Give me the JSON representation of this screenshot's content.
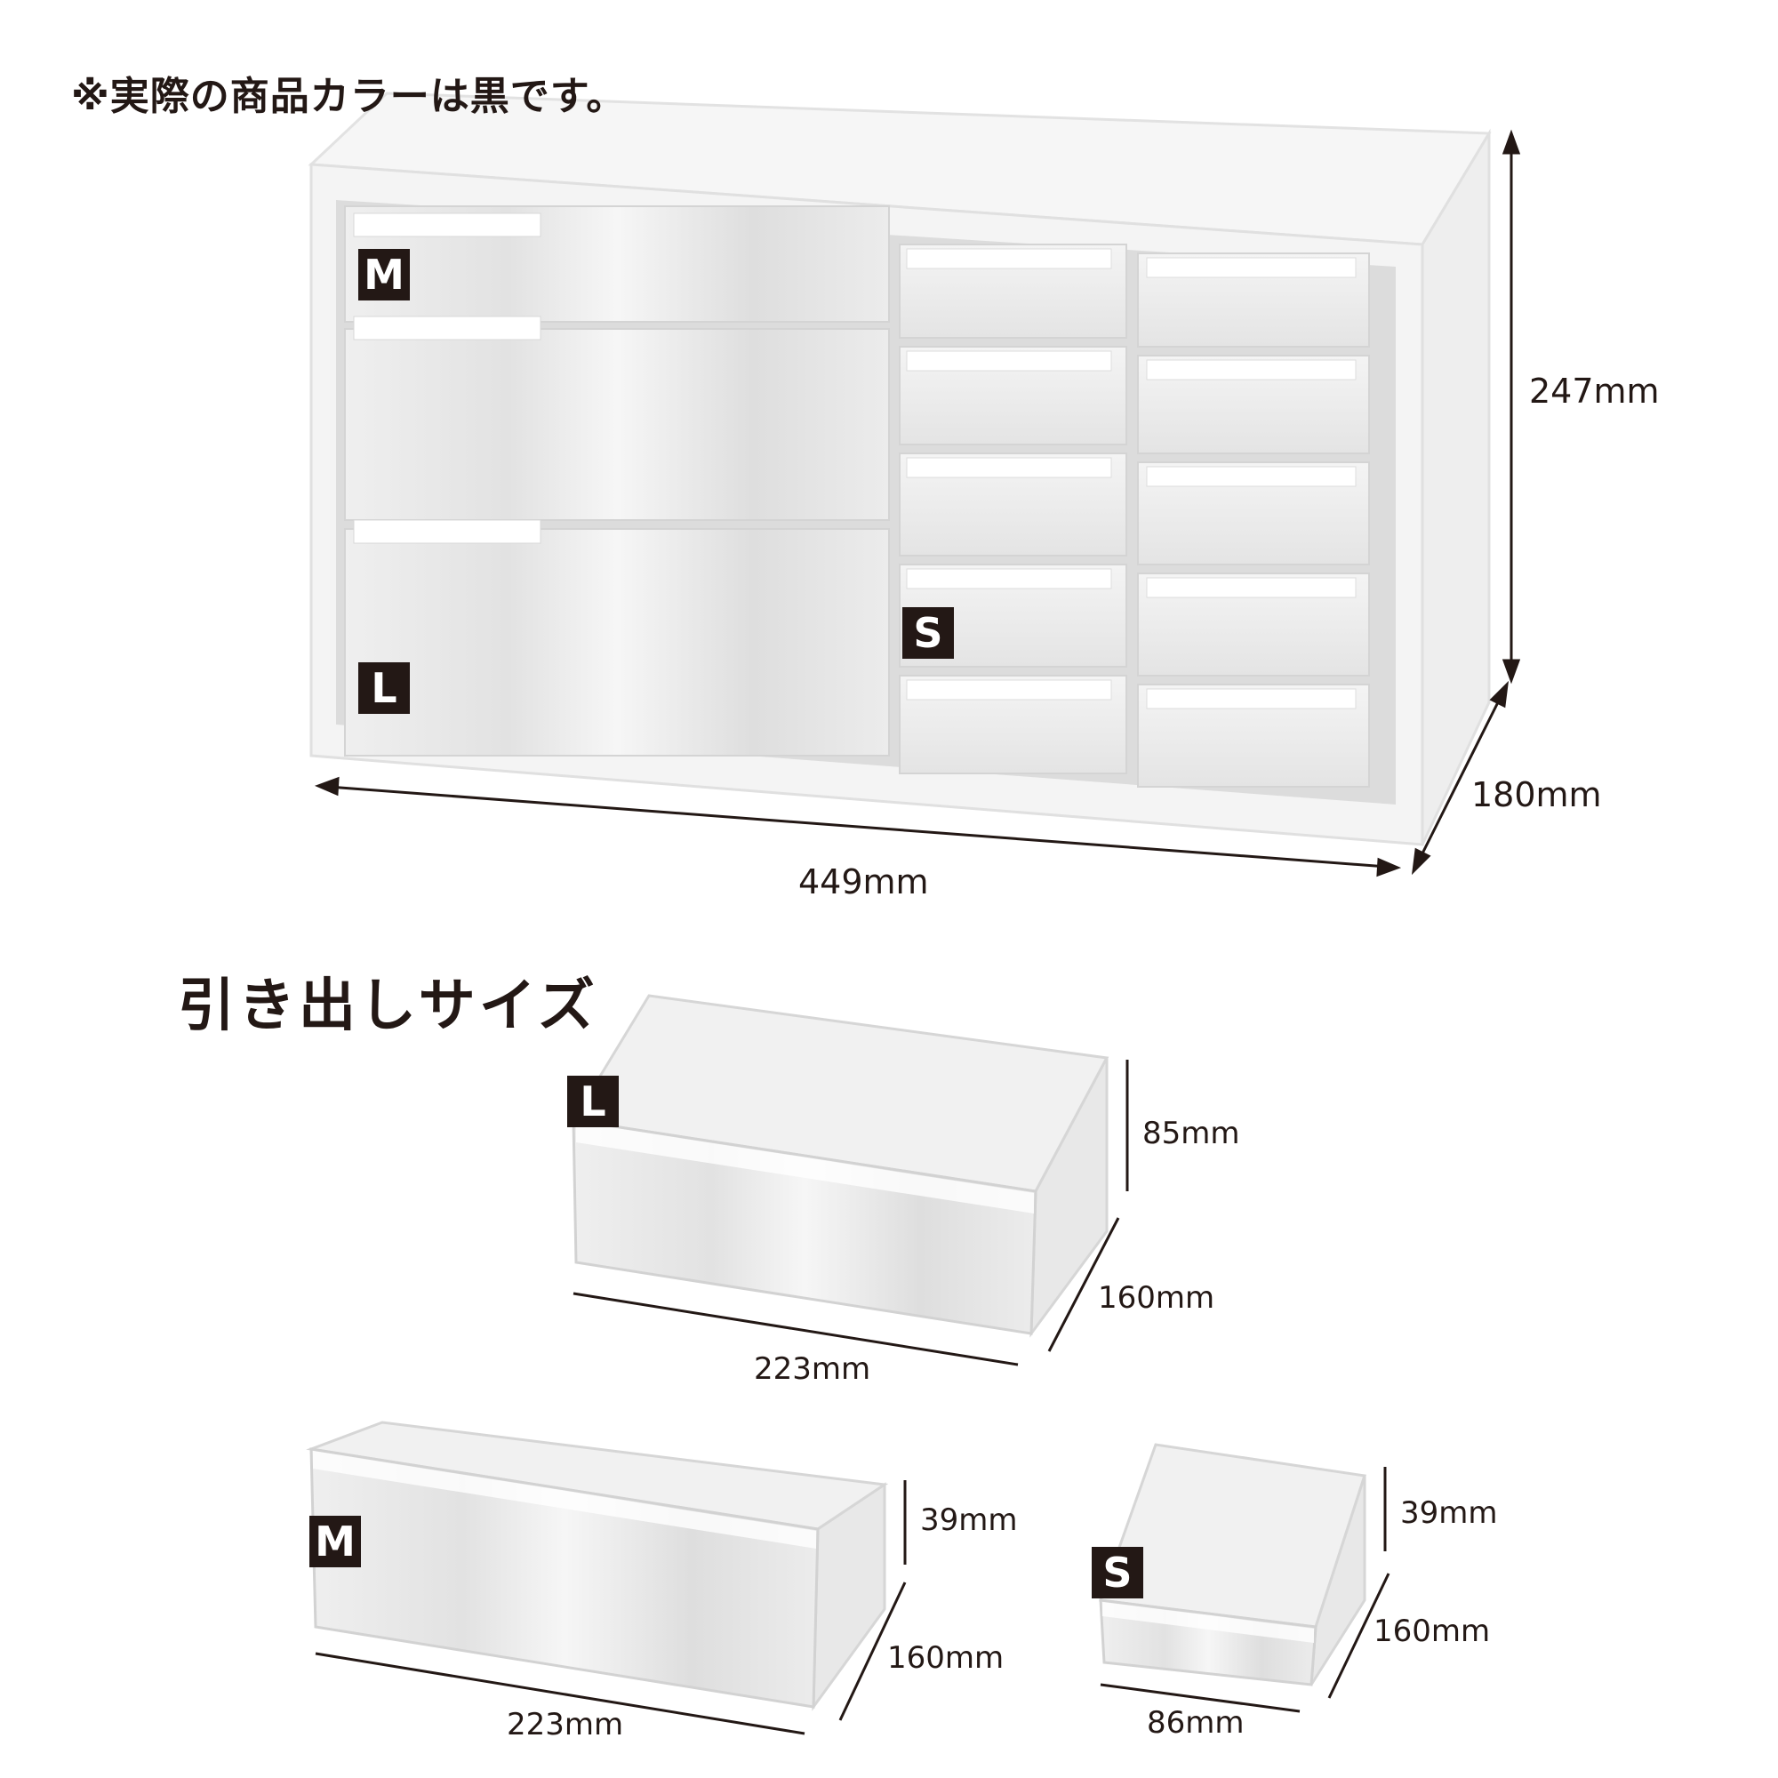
{
  "note": "※実際の商品カラーは黒です。",
  "cabinet": {
    "height_label": "247mm",
    "depth_label": "180mm",
    "width_label": "449mm",
    "badge_m": "M",
    "badge_l": "L",
    "badge_s": "S"
  },
  "section_title": "引き出しサイズ",
  "drawer_l": {
    "badge": "L",
    "height_label": "85mm",
    "depth_label": "160mm",
    "width_label": "223mm"
  },
  "drawer_m": {
    "badge": "M",
    "height_label": "39mm",
    "depth_label": "160mm",
    "width_label": "223mm"
  },
  "drawer_s": {
    "badge": "S",
    "height_label": "39mm",
    "depth_label": "160mm",
    "width_label": "86mm"
  },
  "colors": {
    "text": "#231815",
    "badge_bg": "#231815",
    "badge_text": "#ffffff",
    "frame": "#f2f2f2",
    "clear": "#e6e6e6"
  }
}
